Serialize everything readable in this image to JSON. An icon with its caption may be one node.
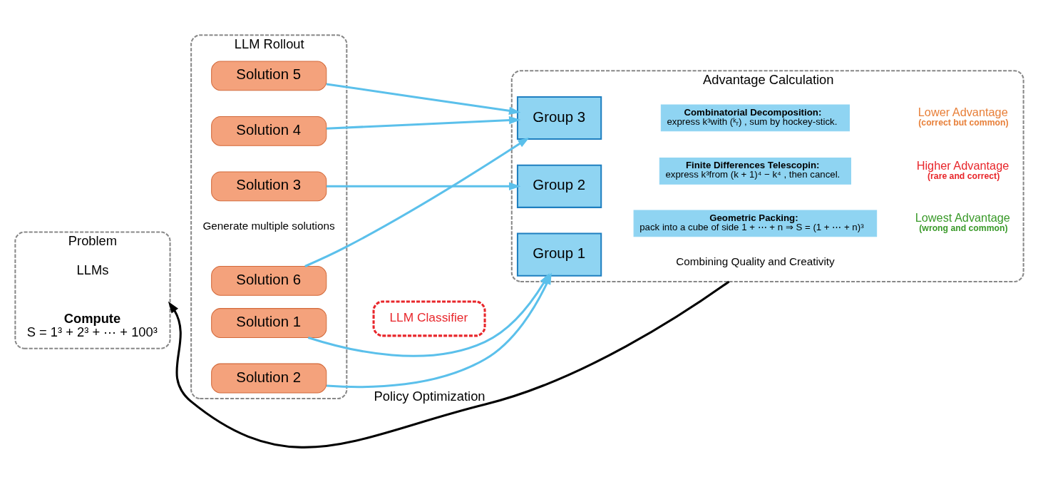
{
  "diagram": {
    "nodes": [
      {
        "text": [
          "Problem"
        ]
      },
      {
        "text": [
          "Compute",
          "S = 1³ + 2³ + ⋯ + 100³"
        ],
        "in": 0
      },
      {
        "text": [
          "LLMs"
        ],
        "in": 0
      },
      {
        "text": [
          "LLM Rollout"
        ]
      },
      {
        "text": [
          "Solution 1"
        ],
        "in": 3
      },
      {
        "text": [
          "Solution 2"
        ],
        "in": 3
      },
      {
        "text": [
          "Solution 3"
        ],
        "in": 3
      },
      {
        "text": [
          "Solution 4"
        ],
        "in": 3
      },
      {
        "text": [
          "Solution 5"
        ],
        "in": 3
      },
      {
        "text": [
          "Solution 6"
        ],
        "in": 3
      },
      {
        "text": [
          "Generate multiple solutions"
        ],
        "in": 3
      },
      {
        "text": [
          "LLM Classifier"
        ]
      },
      {
        "text": [
          "Advantage Calculation"
        ]
      },
      {
        "text": [
          "Group 1"
        ],
        "in": 12
      },
      {
        "text": [
          "Group 2"
        ],
        "in": 12
      },
      {
        "text": [
          "Group 3"
        ],
        "in": 12
      },
      {
        "text": [
          "Geometric Packing:",
          "pack into a cube of side 1 + ⋯ + n ⇒ S = (1 + ⋯ + n)³"
        ],
        "in": 12
      },
      {
        "text": [
          "Finite Differences Telescopin:",
          "express k³from (k + 1)⁴ − k⁴ , then cancel."
        ],
        "in": 12
      },
      {
        "text": [
          "Combinatorial Decomposition:",
          "express k³with (ᵏᵣ) , sum by hockey-stick."
        ],
        "in": 12
      },
      {
        "text": [
          "Lowest Advantage",
          "(wrong and common)"
        ],
        "in": 12
      },
      {
        "text": [
          "Higher Advantage",
          "(rare and correct)"
        ],
        "in": 12
      },
      {
        "text": [
          "Lower Advantage",
          "(correct but common)"
        ],
        "in": 12
      },
      {
        "text": [
          "Combining Quality and Creativity"
        ],
        "in": 12
      }
    ],
    "edges": [
      {
        "from": 4,
        "to": 13,
        "arrow": "to"
      },
      {
        "from": 5,
        "to": 13,
        "arrow": "to"
      },
      {
        "from": 6,
        "to": 14,
        "arrow": "to"
      },
      {
        "from": 7,
        "to": 15,
        "arrow": "to"
      },
      {
        "from": 8,
        "to": 15,
        "arrow": "to"
      },
      {
        "from": 9,
        "to": 15,
        "arrow": "to"
      },
      {
        "from": 12,
        "to": 0,
        "label": "Policy Optimization",
        "arrow": "to",
        "color": "#000000"
      }
    ]
  }
}
